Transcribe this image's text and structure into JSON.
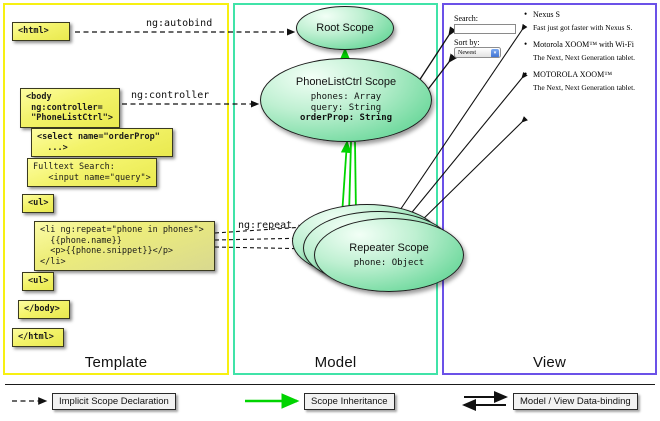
{
  "panels": {
    "template": {
      "label": "Template"
    },
    "model": {
      "label": "Model"
    },
    "view": {
      "label": "View"
    }
  },
  "template_code": [
    {
      "id": "html-open",
      "text": "<html>"
    },
    {
      "id": "body-open",
      "text": "<body\n ng:controller=\n \"PhoneListCtrl\">"
    },
    {
      "id": "select",
      "text": "<select name=\"orderProp\"\n  ...>"
    },
    {
      "id": "fulltext",
      "text": "Fulltext Search:\n   <input name=\"query\">"
    },
    {
      "id": "ul-open",
      "text": "<ul>"
    },
    {
      "id": "li-repeat",
      "text": "<li ng:repeat=\"phone in phones\">\n  {{phone.name}}\n  <p>{{phone.snippet}}</p>\n</li>"
    },
    {
      "id": "ul-close",
      "text": "<ul>"
    },
    {
      "id": "body-close",
      "text": "</body>"
    },
    {
      "id": "html-close",
      "text": "</html>"
    }
  ],
  "connector_labels": {
    "autobind": "ng:autobind",
    "controller": "ng:controller",
    "repeat": "ng:repeat"
  },
  "scopes": [
    {
      "id": "root",
      "title": "Root\nScope",
      "props": ""
    },
    {
      "id": "phonelist",
      "title": "PhoneListCtrl\nScope",
      "props": "phones: Array\nquery: String",
      "props_bold": "orderProp: String"
    },
    {
      "id": "repeater",
      "title": "Repeater\nScope",
      "props": "phone: Object"
    }
  ],
  "view": {
    "search_label": "Search:",
    "search_value": "",
    "sort_label": "Sort by:",
    "sort_selected": "Newest",
    "sort_options": [
      "Newest"
    ],
    "phones": [
      {
        "name": "Nexus S",
        "snippet": "Fast just got faster with Nexus S."
      },
      {
        "name": "Motorola XOOM™  with Wi-Fi",
        "snippet": "The Next, Next Generation tablet."
      },
      {
        "name": "MOTOROLA XOOM™",
        "snippet": "The Next, Next Generation tablet."
      }
    ]
  },
  "legend": [
    {
      "id": "implicit",
      "label": "Implicit Scope Declaration",
      "style": "dashed",
      "color": "#111111"
    },
    {
      "id": "inheritance",
      "label": "Scope Inheritance",
      "style": "solid",
      "color": "#00d400"
    },
    {
      "id": "databinding",
      "label": "Model / View Data-binding",
      "style": "double",
      "color": "#111111"
    }
  ],
  "colors": {
    "template_border": "#f7f012",
    "model_border": "#40e3a8",
    "view_border": "#6b51e8",
    "scope_fill": "#79dca4",
    "code_fill": "#eeee55",
    "inherit_arrow": "#00d400"
  }
}
